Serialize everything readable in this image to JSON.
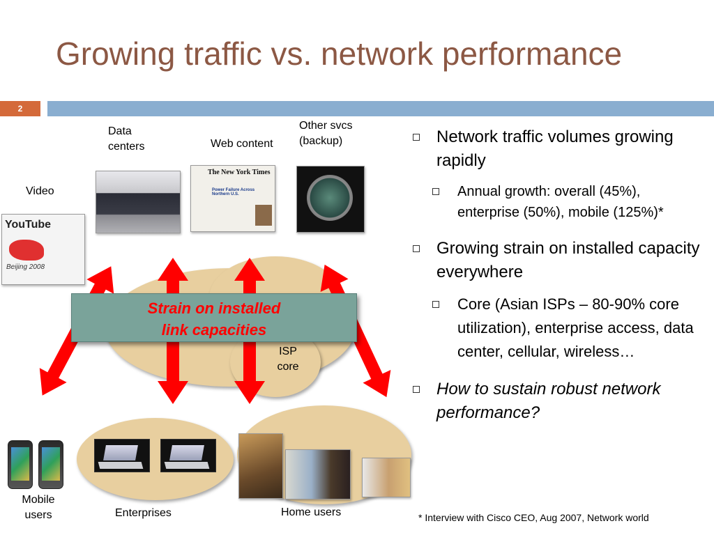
{
  "slide": {
    "title": "Growing traffic vs. network performance",
    "number": "2",
    "colors": {
      "title": "#8c5844",
      "bar": "#8aaed0",
      "number_box": "#d46a3a",
      "cloud": "#e8cf9f",
      "callout_box": "#7aa39a",
      "callout_text": "#ff0000",
      "arrows": "#ff0000"
    }
  },
  "diagram": {
    "labels": {
      "data_centers_1": "Data",
      "data_centers_2": "centers",
      "web_content": "Web content",
      "other_svcs_1": "Other svcs",
      "other_svcs_2": "(backup)",
      "video": "Video",
      "isp_1": "ISP",
      "isp_2": "core",
      "mobile_1": "Mobile",
      "mobile_2": "users",
      "enterprises": "Enterprises",
      "home_users": "Home users"
    },
    "callout_1": "Strain on installed",
    "callout_2": "link capacities",
    "youtube_logo": "YouTube",
    "nyt_logo": "The New York Times",
    "nyt_headline": "Power Failure Across Northern U.S.",
    "beijing_logo": "Beijing 2008",
    "icons": [
      "youtube-logo",
      "server-room-photo",
      "newspaper-page",
      "time-machine-icon",
      "iphone",
      "laptop",
      "home-user-photo"
    ]
  },
  "bullets": {
    "b1": "Network traffic volumes growing rapidly",
    "b1_sub": "Annual growth: overall (45%), enterprise (50%), mobile (125%)*",
    "b2": "Growing strain on installed capacity everywhere",
    "b2_sub": "Core (Asian ISPs – 80-90% core utilization), enterprise access, data center, cellular, wireless…",
    "b3": "How to sustain robust network performance?"
  },
  "footnote": "* Interview with Cisco CEO, Aug 2007, Network world"
}
